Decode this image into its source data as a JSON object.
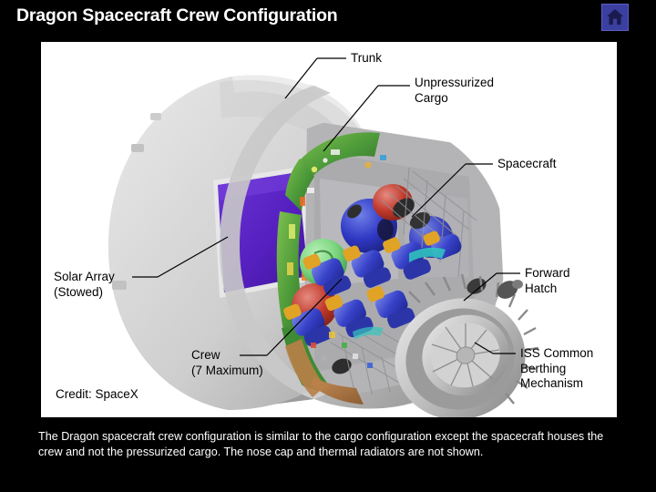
{
  "slide": {
    "title": "Dragon Spacecraft Crew Configuration",
    "home_icon": "home-icon",
    "accent_color": "#3b3fa0",
    "background_color": "#000000",
    "panel_color": "#ffffff"
  },
  "figure": {
    "credit": "Credit: SpaceX",
    "callouts": [
      {
        "id": "trunk",
        "text": "Trunk"
      },
      {
        "id": "unpressurized-cargo",
        "line1": "Unpressurized",
        "line2": "Cargo"
      },
      {
        "id": "spacecraft",
        "text": "Spacecraft"
      },
      {
        "id": "forward-hatch",
        "line1": "Forward",
        "line2": "Hatch"
      },
      {
        "id": "iss-cbm",
        "line1": "ISS Common",
        "line2": "Berthing",
        "line3": "Mechanism"
      },
      {
        "id": "solar-array",
        "line1": "Solar Array",
        "line2": "(Stowed)"
      },
      {
        "id": "crew",
        "line1": "Crew",
        "line2": "(7 Maximum)"
      }
    ]
  },
  "caption": {
    "text": "The Dragon spacecraft crew configuration is similar to the cargo configuration except the spacecraft houses the crew and not the pressurized cargo. The nose cap and thermal radiators are not shown."
  }
}
